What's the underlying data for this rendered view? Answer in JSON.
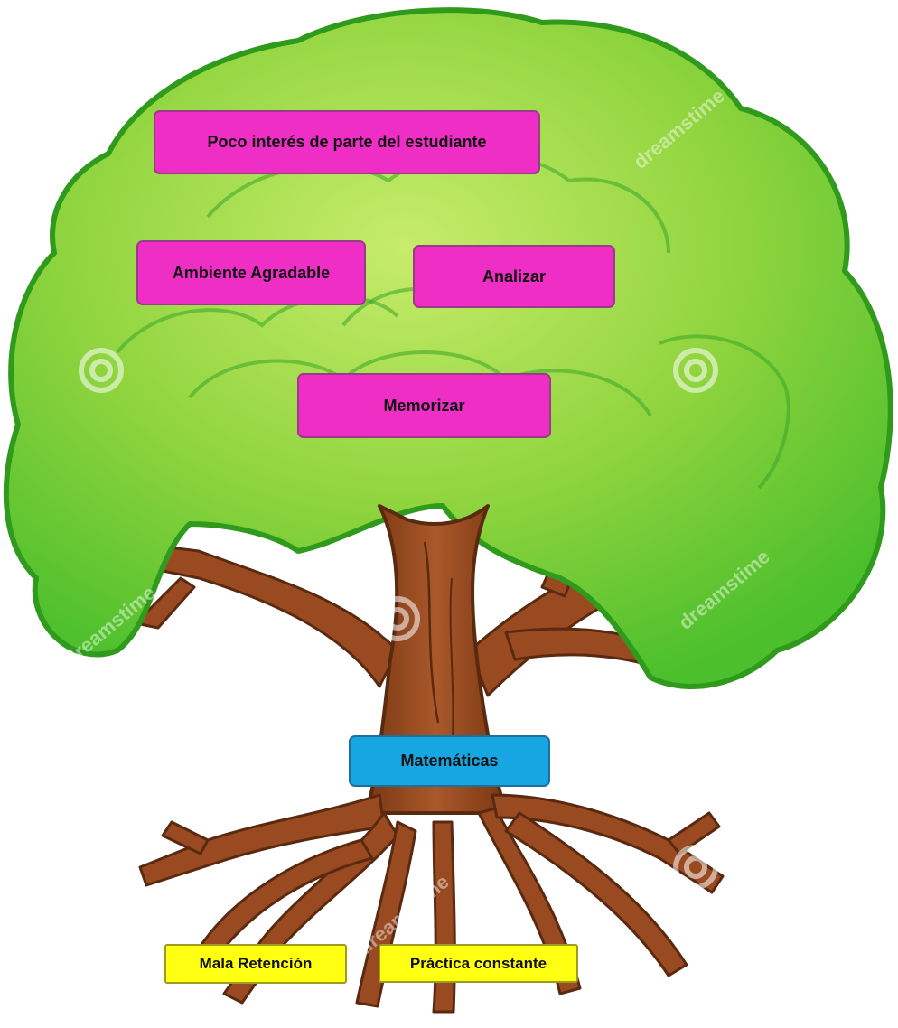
{
  "canopy": {
    "nodes": {
      "poco_interes": "Poco interés de parte del estudiante",
      "ambiente": "Ambiente Agradable",
      "analizar": "Analizar",
      "memorizar": "Memorizar"
    }
  },
  "trunk": {
    "label": "Matemáticas"
  },
  "roots": {
    "mala_retencion": "Mala Retención",
    "practica": "Práctica constante"
  },
  "watermark": "dreamstime",
  "colors": {
    "canopy_light": "#a6dc48",
    "canopy_dark": "#4cbf2c",
    "canopy_outline": "#2f9a1c",
    "bark": "#9a4a20",
    "bark_outline": "#5a2a10",
    "pink": "#ee2ec4",
    "blue": "#16a6e2",
    "yellow": "#ffff12"
  }
}
